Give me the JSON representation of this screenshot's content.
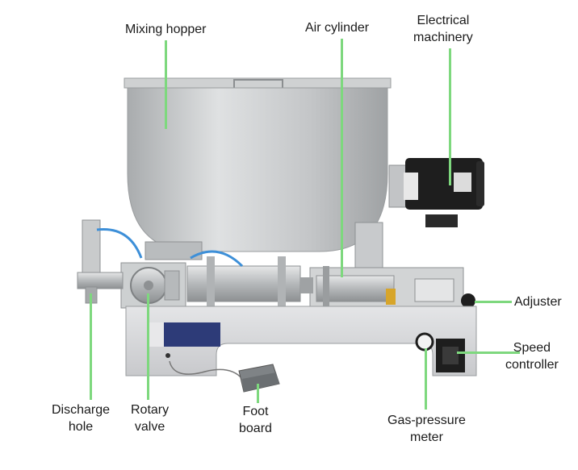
{
  "labels": {
    "mixing_hopper": "Mixing hopper",
    "air_cylinder": "Air cylinder",
    "electrical_machinery": [
      "Electrical",
      "machinery"
    ],
    "adjuster": "Adjuster",
    "speed_controller": [
      "Speed",
      "controller"
    ],
    "discharge_hole": [
      "Discharge",
      "hole"
    ],
    "rotary_valve": [
      "Rotary",
      "valve"
    ],
    "foot_board": [
      "Foot",
      "board"
    ],
    "gas_pressure_meter": [
      "Gas-pressure",
      "meter"
    ]
  },
  "colors": {
    "leader_line": "#7ed87e",
    "steel": "#c9cbcc",
    "steel_dark": "#8e9193",
    "cabinet": "#d8d9db",
    "motor": "#1e1e1e",
    "label_text": "#1a1a1a"
  }
}
